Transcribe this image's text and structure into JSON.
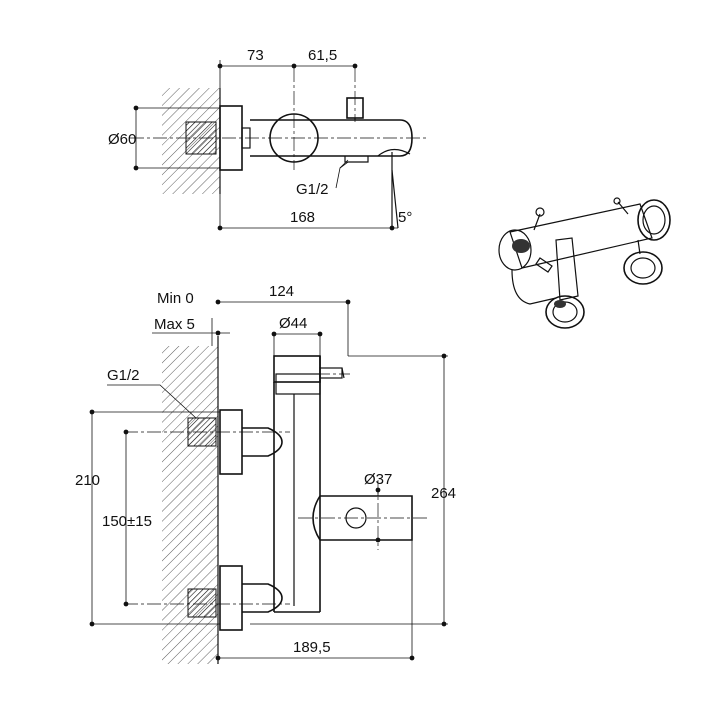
{
  "top_view": {
    "dim_73": "73",
    "dim_61_5": "61,5",
    "dim_d60": "Ø60",
    "dim_g12": "G1/2",
    "dim_168": "168",
    "dim_5deg": "5°"
  },
  "front_view": {
    "min_label": "Min 0",
    "max_label": "Max 5",
    "dim_124": "124",
    "dim_d44": "Ø44",
    "g12_label": "G1/2",
    "dim_210": "210",
    "dim_150": "150±15",
    "dim_d37": "Ø37",
    "dim_264": "264",
    "dim_189_5": "189,5"
  },
  "colors": {
    "line": "#111111",
    "background": "#ffffff"
  }
}
